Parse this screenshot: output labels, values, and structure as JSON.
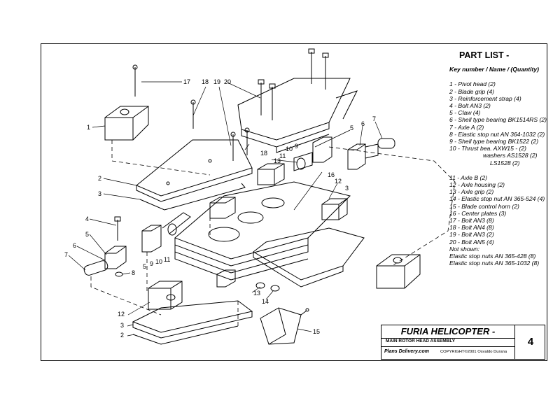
{
  "part_list": {
    "title": "PART LIST  -",
    "subtitle": "Key number / Name / (Quantity)",
    "items": [
      "1 - Pivot head (2)",
      "2 - Blade grip (4)",
      "3 - Reinforcement strap (4)",
      "4 - Bolt AN3 (2)",
      "5 - Claw  (4)",
      "6 - Shell type bearing BK1514RS (2)",
      "7 - Axle A (2)",
      "8 - Elastic stop nut AN 364-1032 (2)",
      "9 - Shell type bearing BK1522 (2)",
      "10 - Thrust bea. AXW15 - (2)",
      "washers AS1528 (2)",
      "LS1528 (2)"
    ],
    "items2": [
      "11 - Axle B (2)",
      "12 - Axle housing (2)",
      "13 - Axle grip (2)",
      "14 - Elastic stop nut AN 365-524 (4)",
      "15 - Blade control horn (2)",
      "16 - Center plates (3)",
      "17 - Bolt AN3 (8)",
      "18 - Bolt AN4 (8)",
      "19 - Bolt AN3 (2)",
      "20 - Bolt AN5 (4)",
      "Not shown:",
      "Elastic stop nuts AN 365-428 (8)",
      "Elastic stop nuts AN 365-1032 (8)"
    ]
  },
  "title_block": {
    "title": "FURIA HELICOPTER -",
    "subtitle": "MAIN ROTOR HEAD ASSEMBLY",
    "site": "Plans Delivery.com",
    "copyright": "COPYRIGHT©2001 Osvaldo Durana",
    "sheet_number": "4"
  },
  "callouts": {
    "c1": "1",
    "c2a": "2",
    "c2b": "2",
    "c3a": "3",
    "c3b": "3",
    "c3c": "3",
    "c4": "4",
    "c5a": "5",
    "c5b": "5",
    "c5c": "5",
    "c6a": "6",
    "c6b": "6",
    "c7a": "7",
    "c7b": "7",
    "c8": "8",
    "c9a": "9",
    "c9b": "9",
    "c10a": "10",
    "c10b": "10",
    "c11a": "11",
    "c11b": "11",
    "c12a": "12",
    "c12b": "12",
    "c13a": "13",
    "c13b": "13",
    "c14": "14",
    "c15": "15",
    "c16": "16",
    "c17": "17",
    "c18a": "18",
    "c18b": "18",
    "c19": "19",
    "c20": "20"
  }
}
